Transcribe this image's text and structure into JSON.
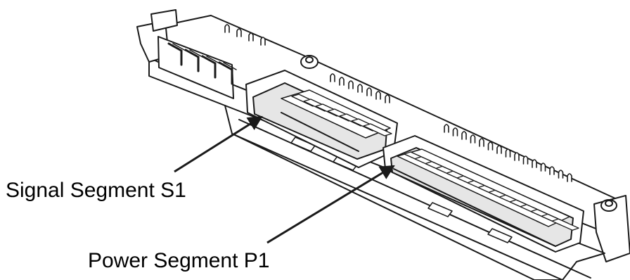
{
  "labels": {
    "signal_segment": "Signal Segment S1",
    "power_segment": "Power Segment P1"
  },
  "colors": {
    "line": "#1a1a1a",
    "body_fill": "#ffffff",
    "shade_fill": "#e6e6e6",
    "text": "#000000"
  },
  "counts": {
    "signal_contacts": 7,
    "power_contacts": 15,
    "rear_pins_signal": 7,
    "rear_pins_power": 15,
    "left_header_pins": 4
  }
}
